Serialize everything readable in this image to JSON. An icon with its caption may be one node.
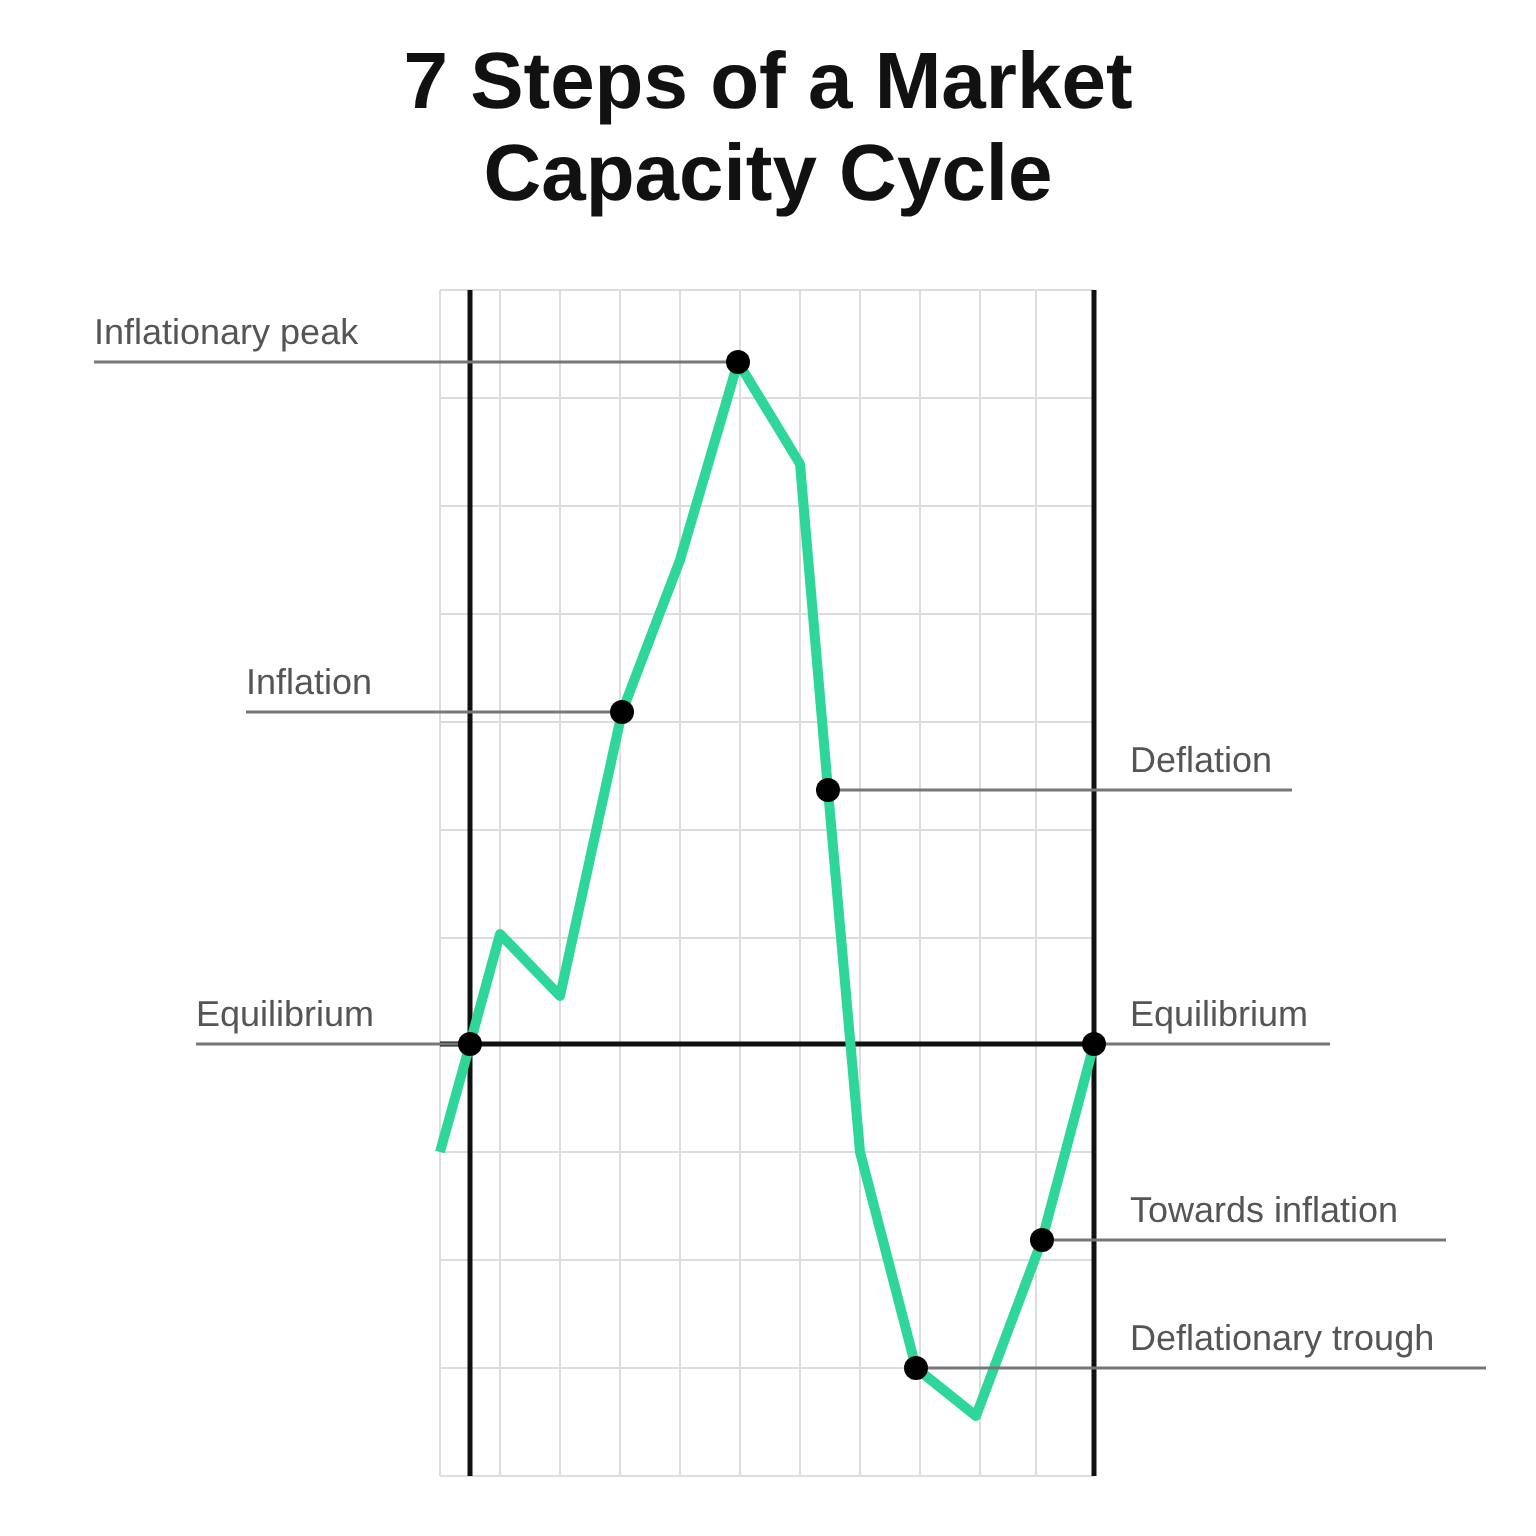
{
  "diagram": {
    "title": "7 Steps of a Market Capacity Cycle",
    "nodes": [
      {
        "text": [
          "Inflationary peak"
        ]
      },
      {
        "text": [
          "Inflation"
        ]
      },
      {
        "text": [
          "Deflation"
        ]
      },
      {
        "text": [
          "Equilibrium"
        ]
      },
      {
        "text": [
          "Equilibrium"
        ]
      },
      {
        "text": [
          "Towards inflation"
        ]
      },
      {
        "text": [
          "Deflationary trough"
        ]
      },
      {
        "text": [],
        "shape": "circle"
      },
      {
        "text": [],
        "shape": "circle"
      },
      {
        "text": [],
        "shape": "circle"
      },
      {
        "text": [],
        "shape": "circle"
      },
      {
        "text": [],
        "shape": "circle"
      },
      {
        "text": [],
        "shape": "circle"
      },
      {
        "text": [],
        "shape": "circle"
      }
    ],
    "edges": [
      {
        "from": 0,
        "to": 9,
        "arrow": "none"
      },
      {
        "from": 1,
        "to": 8,
        "arrow": "none"
      },
      {
        "from": 2,
        "to": 10,
        "arrow": "none"
      },
      {
        "from": 3,
        "to": 7,
        "arrow": "none"
      },
      {
        "from": 4,
        "to": 13,
        "arrow": "none"
      },
      {
        "from": 5,
        "to": 12,
        "arrow": "none"
      },
      {
        "from": 6,
        "to": 11,
        "arrow": "none"
      }
    ]
  }
}
